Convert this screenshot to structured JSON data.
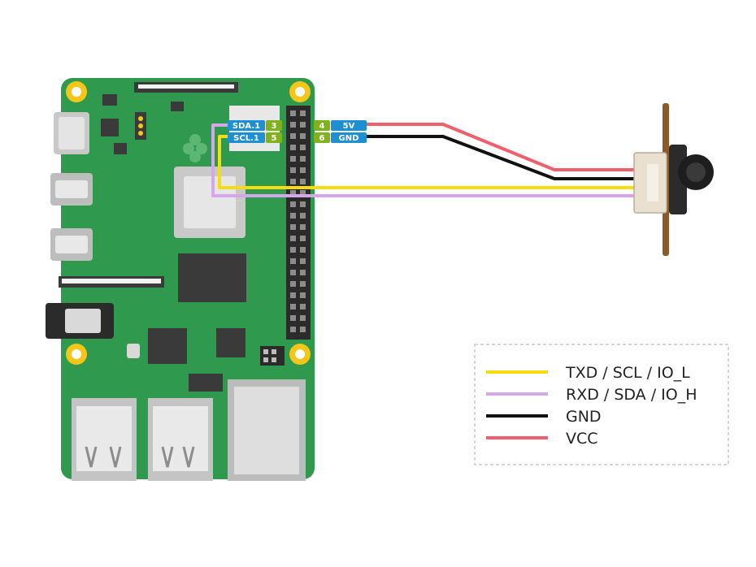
{
  "board": {
    "pins": {
      "pin3": {
        "num": "3",
        "label": "SDA.1"
      },
      "pin5": {
        "num": "5",
        "label": "SCL.1"
      },
      "pin4": {
        "num": "4",
        "label": "5V"
      },
      "pin6": {
        "num": "6",
        "label": "GND"
      }
    }
  },
  "wires": {
    "txd": {
      "color": "#f5dd12"
    },
    "rxd": {
      "color": "#d6a6ea"
    },
    "gnd": {
      "color": "#111111"
    },
    "vcc": {
      "color": "#f0606c"
    }
  },
  "legend": {
    "items": [
      {
        "label": "TXD / SCL / IO_L",
        "color": "#f5dd12"
      },
      {
        "label": "RXD / SDA / IO_H",
        "color": "#d6a6ea"
      },
      {
        "label": "GND",
        "color": "#111111"
      },
      {
        "label": "VCC",
        "color": "#f0606c"
      }
    ]
  },
  "colors": {
    "board": "#2f9a4e",
    "board_dark": "#267d40",
    "pin_label_blue": "#1e8fd0",
    "pin_num_green": "#7fb21c",
    "mount_hole": "#f5c518"
  }
}
